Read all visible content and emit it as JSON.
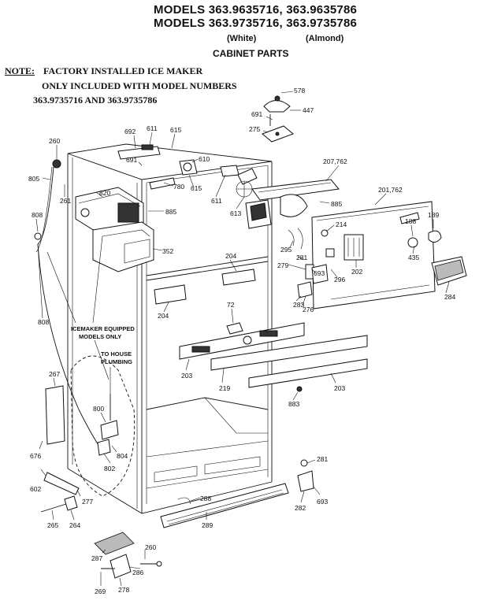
{
  "header": {
    "line1": "MODELS 363.9635716, 363.9635786",
    "line2": "MODELS 363.9735716, 363.9735786",
    "white": "(White)",
    "almond": "(Almond)",
    "section": "CABINET PARTS"
  },
  "note": {
    "key": "NOTE:",
    "line1": "FACTORY INSTALLED ICE MAKER",
    "line2": "ONLY INCLUDED WITH MODEL NUMBERS",
    "line3": "363.9735716 AND 363.9735786"
  },
  "callouts": {
    "icemaker_line1": "ICEMAKER EQUIPPED",
    "icemaker_line2": "MODELS ONLY",
    "house_line1": "TO HOUSE",
    "house_line2": "PLUMBING"
  },
  "labels": [
    "578",
    "447",
    "691",
    "275",
    "692",
    "611",
    "615",
    "260",
    "691",
    "610",
    "207,762",
    "805",
    "780",
    "615",
    "261",
    "820",
    "611",
    "613",
    "201,762",
    "885",
    "885",
    "189",
    "214",
    "188",
    "808",
    "295",
    "352",
    "204",
    "281",
    "279",
    "693",
    "296",
    "202",
    "435",
    "204",
    "283",
    "276",
    "284",
    "808",
    "72",
    "203",
    "219",
    "203",
    "267",
    "800",
    "883",
    "804",
    "676",
    "802",
    "281",
    "602",
    "277",
    "693",
    "288",
    "282",
    "265",
    "264",
    "289",
    "287",
    "260",
    "286",
    "269",
    "278"
  ]
}
